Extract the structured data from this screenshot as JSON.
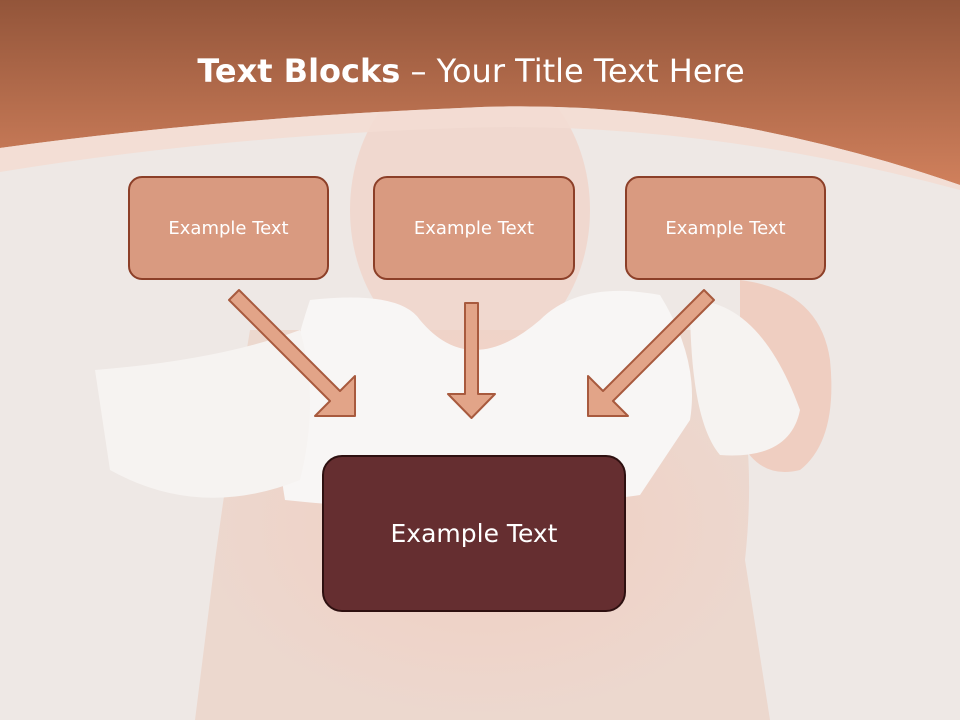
{
  "colors": {
    "header": "#c87a58",
    "top_box_fill": "#d99a80",
    "top_box_border": "#8c3f28",
    "main_box_fill": "#652e30",
    "arrow_fill": "#e2a488",
    "arrow_stroke": "#a85a3e"
  },
  "title": {
    "bold": "Text Blocks",
    "separator": " – ",
    "rest": "Your Title Text Here"
  },
  "boxes": [
    {
      "label": "Example Text"
    },
    {
      "label": "Example Text"
    },
    {
      "label": "Example Text"
    }
  ],
  "main_box": {
    "label": "Example Text"
  },
  "arrows": [
    {
      "from": "box-1",
      "to": "main_box",
      "direction": "down-right"
    },
    {
      "from": "box-2",
      "to": "main_box",
      "direction": "down"
    },
    {
      "from": "box-3",
      "to": "main_box",
      "direction": "down-left"
    }
  ],
  "background_photo": "faded-photo-person-with-towel"
}
